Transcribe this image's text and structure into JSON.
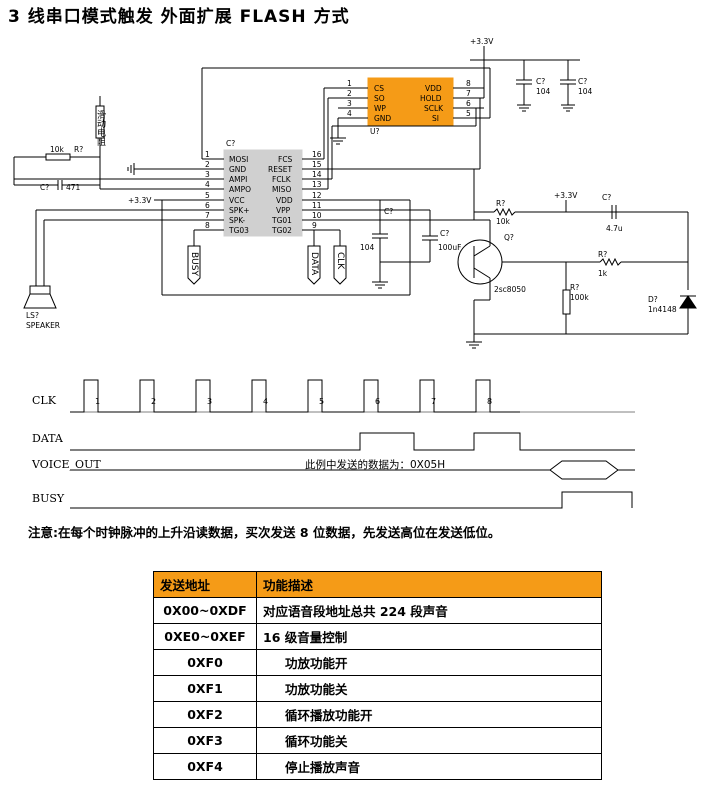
{
  "page": {
    "title": "3 线串口模式触发  外面扩展 FLASH  方式",
    "note": "注意:在每个时钟脉冲的上升沿读数据，买次发送 8 位数据，先发送高位在发送低位。"
  },
  "schematic": {
    "rail_labels": [
      "+3.3V",
      "+3.3V",
      "+3.3V"
    ],
    "flash_chip": {
      "ref": "U?",
      "pins_left": [
        {
          "num": "1",
          "name": "CS"
        },
        {
          "num": "2",
          "name": "SO"
        },
        {
          "num": "3",
          "name": "WP"
        },
        {
          "num": "4",
          "name": "GND"
        }
      ],
      "pins_right": [
        {
          "num": "8",
          "name": "VDD"
        },
        {
          "num": "7",
          "name": "HOLD"
        },
        {
          "num": "6",
          "name": "SCLK"
        },
        {
          "num": "5",
          "name": "SI"
        }
      ]
    },
    "voice_chip": {
      "ref": "C?",
      "pins_left": [
        {
          "num": "1",
          "name": "MOSI"
        },
        {
          "num": "2",
          "name": "GND"
        },
        {
          "num": "3",
          "name": "AMPI"
        },
        {
          "num": "4",
          "name": "AMPO"
        },
        {
          "num": "5",
          "name": "VCC"
        },
        {
          "num": "6",
          "name": "SPK+"
        },
        {
          "num": "7",
          "name": "SPK-"
        },
        {
          "num": "8",
          "name": "TG03"
        }
      ],
      "pins_right": [
        {
          "num": "16",
          "name": "FCS"
        },
        {
          "num": "15",
          "name": "RESET"
        },
        {
          "num": "14",
          "name": "FCLK"
        },
        {
          "num": "13",
          "name": "MISO"
        },
        {
          "num": "12",
          "name": "VDD"
        },
        {
          "num": "11",
          "name": "VPP"
        },
        {
          "num": "10",
          "name": "TG01"
        },
        {
          "num": "9",
          "name": "TG02"
        }
      ]
    },
    "caps": [
      {
        "ref": "C?",
        "value": "104"
      },
      {
        "ref": "C?",
        "value": "104"
      },
      {
        "ref": "C?",
        "value": "471"
      },
      {
        "ref": "C?",
        "value": "104"
      },
      {
        "ref": "C?",
        "value": "100uF"
      },
      {
        "ref": "C?",
        "value": "4.7u"
      }
    ],
    "resistors": [
      {
        "ref": "R?",
        "value": "10k"
      },
      {
        "ref": "R?",
        "value": "10k"
      },
      {
        "ref": "R?",
        "value": "1k"
      },
      {
        "ref": "R?",
        "value": "100k"
      }
    ],
    "pot_label": "滑动电阻",
    "transistor": {
      "ref": "Q?",
      "part": "2sc8050"
    },
    "diode": {
      "ref": "D?",
      "part": "1n4148"
    },
    "speaker": {
      "ref": "LS?",
      "name": "SPEAKER"
    },
    "ports": [
      "BUSY",
      "DATA",
      "CLK"
    ]
  },
  "timing": {
    "signals": [
      "CLK",
      "DATA",
      "VOICE_OUT",
      "BUSY"
    ],
    "clock_numbers": [
      "1",
      "2",
      "3",
      "4",
      "5",
      "6",
      "7",
      "8"
    ],
    "data_example": "此例中发送的数据为：0X05H"
  },
  "command_table": {
    "headers": [
      "发送地址",
      "功能描述"
    ],
    "rows": [
      {
        "addr": "0X00~0XDF",
        "desc": "对应语音段地址总共 224 段声音"
      },
      {
        "addr": "0XE0~0XEF",
        "desc": "16 级音量控制"
      },
      {
        "addr": "0XF0",
        "desc": "功放功能开"
      },
      {
        "addr": "0XF1",
        "desc": "功放功能关"
      },
      {
        "addr": "0XF2",
        "desc": "循环播放功能开"
      },
      {
        "addr": "0XF3",
        "desc": "循环功能关"
      },
      {
        "addr": "0XF4",
        "desc": "停止播放声音"
      }
    ]
  },
  "colors": {
    "flash_chip": "#f59b17",
    "voice_chip": "#d0d0d0",
    "table_header": "#f59b17"
  }
}
